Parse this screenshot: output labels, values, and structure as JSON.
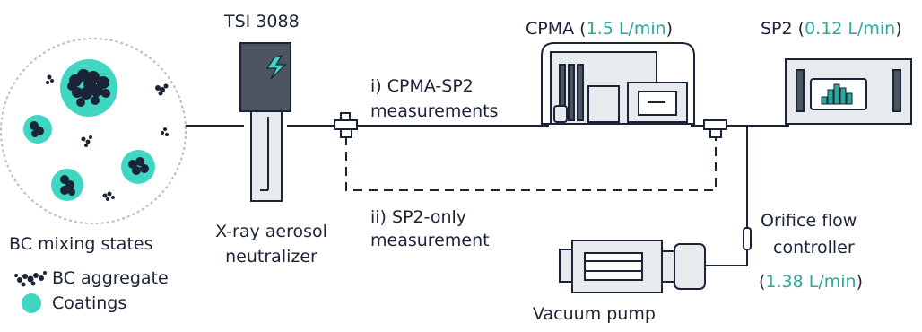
{
  "labels": {
    "tsi_title": "TSI 3088",
    "neutralizer_line1": "X-ray aerosol",
    "neutralizer_line2": "neutralizer",
    "cpma_title": "CPMA (",
    "cpma_flow": "1.5 L/min",
    "cpma_close": ")",
    "sp2_title": "SP2 (",
    "sp2_flow": "0.12 L/min",
    "sp2_close": ")",
    "path_i_line1": "i) CPMA-SP2",
    "path_i_line2": "measurements",
    "path_ii_line1": "ii) SP2-only",
    "path_ii_line2": "measurement",
    "orifice_line1": "Orifice flow",
    "orifice_line2": "controller",
    "orifice_flow": "1.38 L/min",
    "orifice_open": "(",
    "orifice_close": ")",
    "pump": "Vacuum pump",
    "mixing_states": "BC mixing states",
    "legend_aggregate": "BC aggregate",
    "legend_coatings": "Coatings"
  },
  "colors": {
    "ink": "#1b2436",
    "teal": "#2aa89a",
    "coating": "#3fd6c2",
    "device_fill": "#e8ebee",
    "neutralizer_fill": "#4a5560"
  }
}
